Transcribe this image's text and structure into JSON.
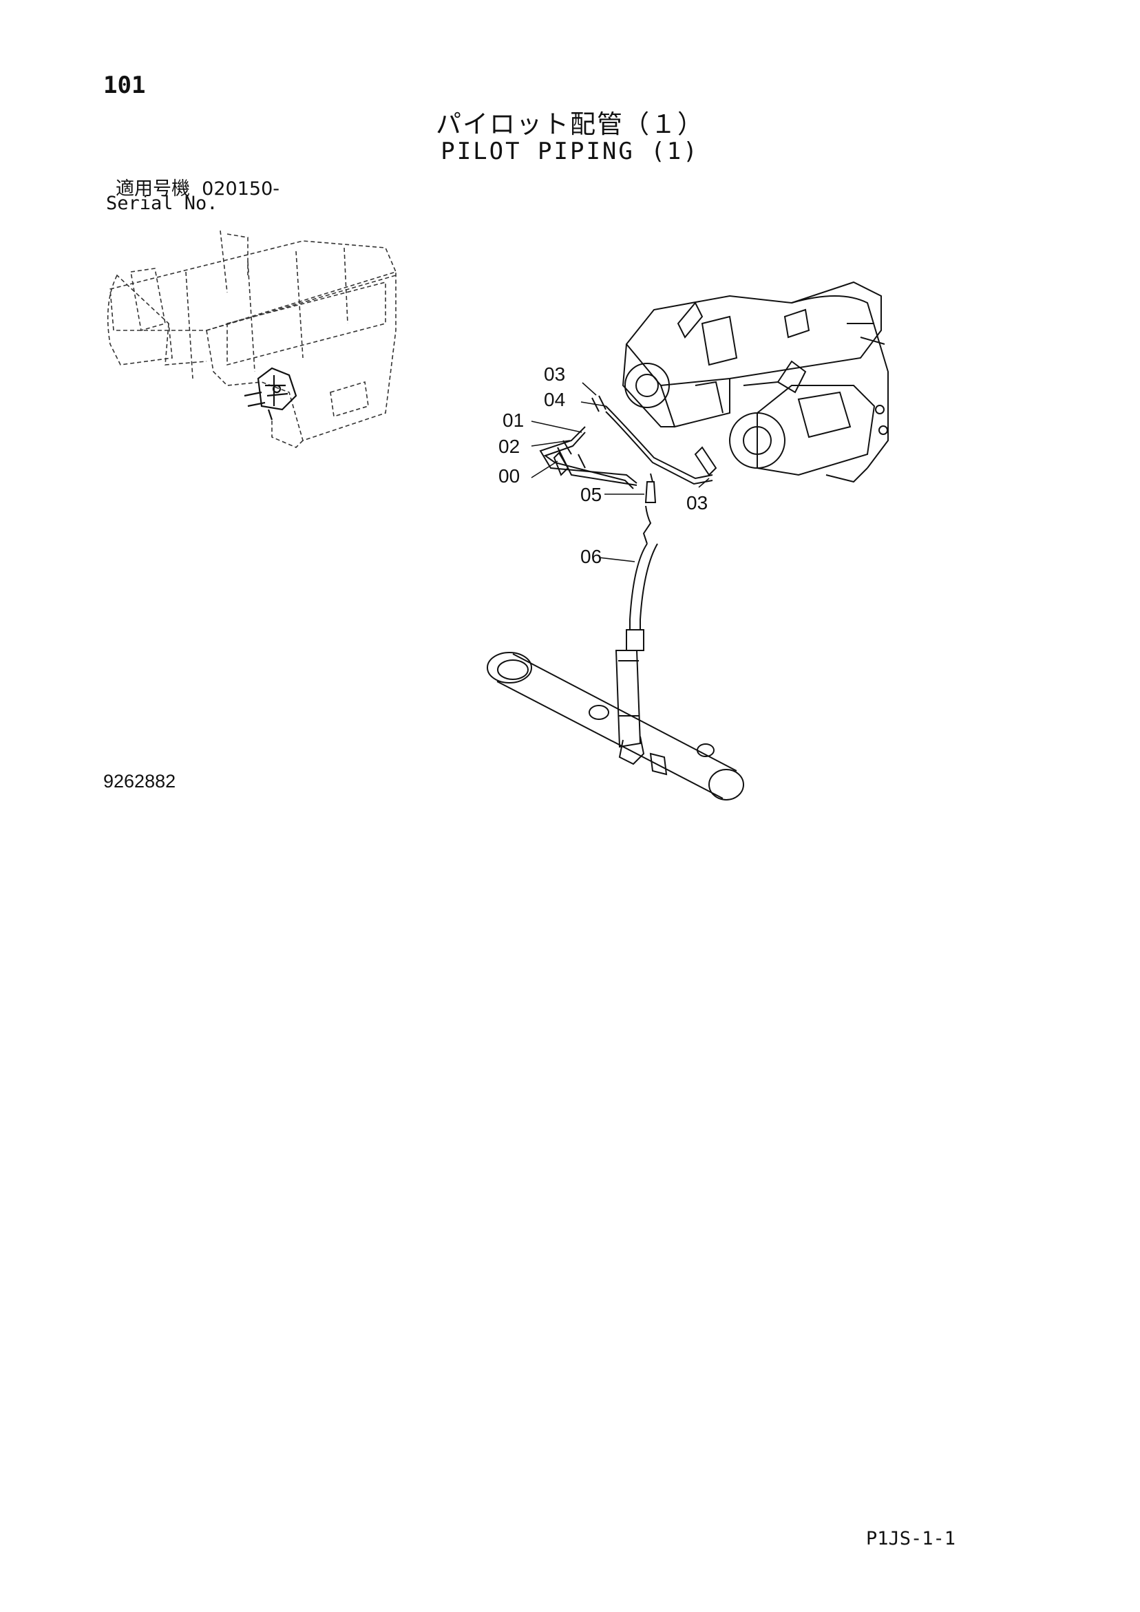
{
  "header": {
    "page_number": "101",
    "title_jp": "パイロット配管（１）",
    "title_en": "PILOT PIPING (1)",
    "serial_label_jp": "適用号機",
    "serial_value": "020150-",
    "serial_label_en": "Serial No."
  },
  "callouts": [
    "03",
    "04",
    "01",
    "02",
    "00",
    "05",
    "03",
    "06"
  ],
  "footer": {
    "drawing_number": "9262882",
    "page_ref": "P1JS-1-1"
  }
}
